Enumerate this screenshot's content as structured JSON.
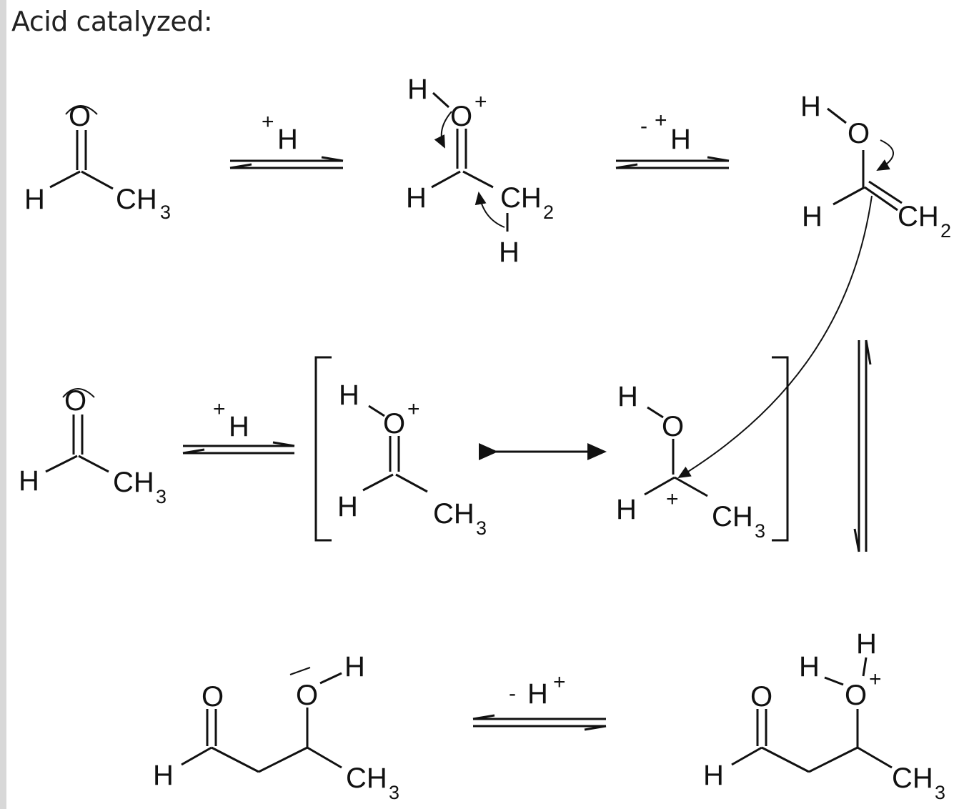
{
  "title": "Acid catalyzed:",
  "labels": {
    "O": "O",
    "H": "H",
    "C": "C",
    "CH": "CH",
    "sub2": "2",
    "sub3": "3",
    "plus": "+",
    "minus": "-"
  }
}
